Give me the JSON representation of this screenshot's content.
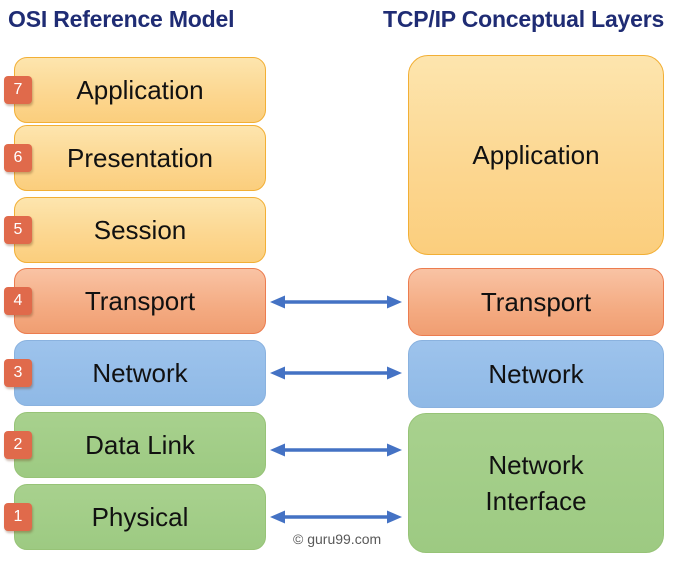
{
  "header": {
    "left_title": "OSI Reference Model",
    "right_title": "TCP/IP Conceptual Layers"
  },
  "osi": {
    "layers": [
      {
        "number": "7",
        "label": "Application",
        "color": "yellow"
      },
      {
        "number": "6",
        "label": "Presentation",
        "color": "yellow"
      },
      {
        "number": "5",
        "label": "Session",
        "color": "yellow"
      },
      {
        "number": "4",
        "label": "Transport",
        "color": "orange"
      },
      {
        "number": "3",
        "label": "Network",
        "color": "blue"
      },
      {
        "number": "2",
        "label": "Data Link",
        "color": "green"
      },
      {
        "number": "1",
        "label": "Physical",
        "color": "green"
      }
    ]
  },
  "tcpip": {
    "layers": [
      {
        "label": "Application",
        "color": "yellow",
        "spans_osi": [
          "Application",
          "Presentation",
          "Session"
        ]
      },
      {
        "label": "Transport",
        "color": "orange",
        "spans_osi": [
          "Transport"
        ]
      },
      {
        "label": "Network",
        "color": "blue",
        "spans_osi": [
          "Network"
        ]
      },
      {
        "label": "Network Interface",
        "color": "green",
        "spans_osi": [
          "Data Link",
          "Physical"
        ]
      }
    ]
  },
  "arrows": {
    "count": 4,
    "meaning": "bidirectional mapping between OSI and TCP/IP layers"
  },
  "colors": {
    "title_text": "#1F2C74",
    "yellow_fill_top": "#FDE5AE",
    "yellow_fill_bottom": "#FBCE7D",
    "yellow_border": "#F2AF35",
    "orange_fill_top": "#F9C3A4",
    "orange_fill_bottom": "#F09E72",
    "orange_border": "#EC7C4F",
    "blue_fill": "#92BCE8",
    "green_fill": "#A2CD87",
    "number_badge": "#E06A4B",
    "arrow": "#4472C4",
    "box_text": "#111111",
    "watermark_text": "#595959"
  },
  "watermark": "© guru99.com"
}
